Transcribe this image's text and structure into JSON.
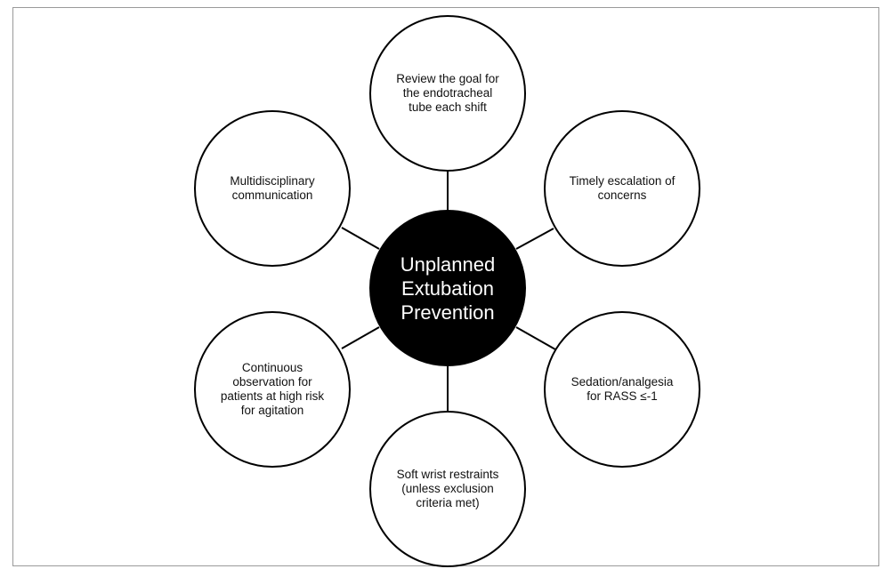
{
  "diagram": {
    "center": {
      "label": "Unplanned\nExtubation\nPrevention",
      "fill": "#000000",
      "text_color": "#ffffff"
    },
    "nodes": [
      {
        "id": "top",
        "label": "Review the goal for\nthe endotracheal\ntube each shift"
      },
      {
        "id": "upper-right",
        "label": "Timely escalation of\nconcerns"
      },
      {
        "id": "lower-right",
        "label": "Sedation/analgesia\nfor RASS ≤-1"
      },
      {
        "id": "bottom",
        "label": "Soft wrist restraints\n(unless exclusion\ncriteria met)"
      },
      {
        "id": "lower-left",
        "label": "Continuous\nobservation for\npatients at high risk\nfor agitation"
      },
      {
        "id": "upper-left",
        "label": "Multidisciplinary\ncommunication"
      }
    ],
    "stroke_color": "#000000"
  }
}
